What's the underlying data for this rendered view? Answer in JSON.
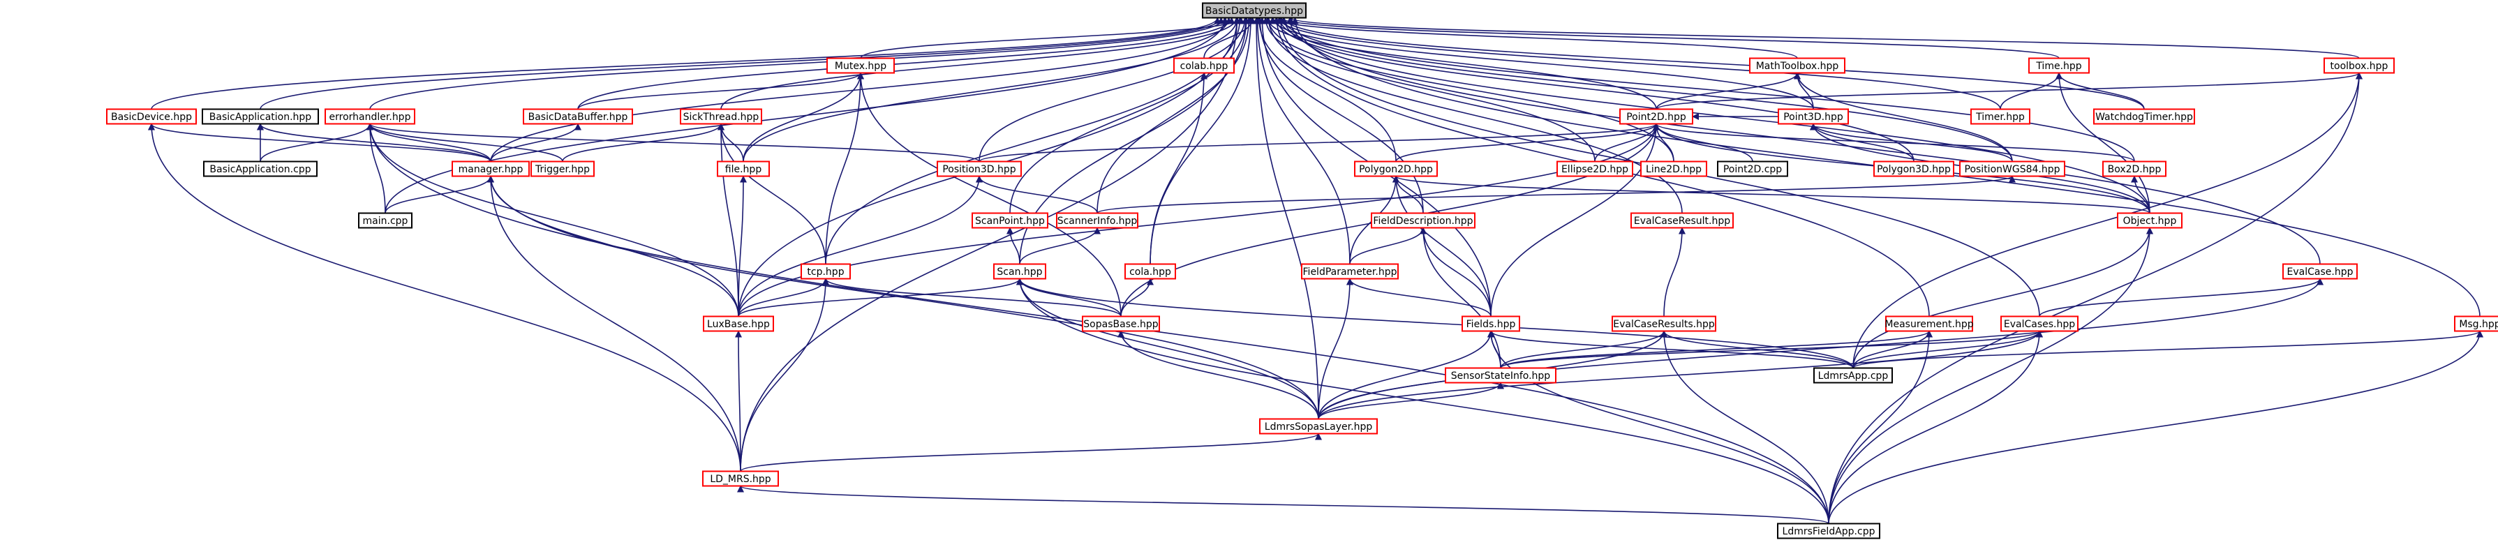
{
  "diagram": {
    "nodes": [
      {
        "id": "basicdatatypes",
        "label": "BasicDatatypes.hpp",
        "style": "gray"
      },
      {
        "id": "mutex",
        "label": "Mutex.hpp",
        "style": "red"
      },
      {
        "id": "colab",
        "label": "colab.hpp",
        "style": "red"
      },
      {
        "id": "mathtoolbox",
        "label": "MathToolbox.hpp",
        "style": "red"
      },
      {
        "id": "time",
        "label": "Time.hpp",
        "style": "red"
      },
      {
        "id": "toolbox",
        "label": "toolbox.hpp",
        "style": "red"
      },
      {
        "id": "basicdevice",
        "label": "BasicDevice.hpp",
        "style": "red"
      },
      {
        "id": "basicapplication",
        "label": "BasicApplication.hpp",
        "style": "black"
      },
      {
        "id": "errorhandler",
        "label": "errorhandler.hpp",
        "style": "red"
      },
      {
        "id": "basicdatabuffer",
        "label": "BasicDataBuffer.hpp",
        "style": "red"
      },
      {
        "id": "sickthread",
        "label": "SickThread.hpp",
        "style": "red"
      },
      {
        "id": "point2d",
        "label": "Point2D.hpp",
        "style": "red"
      },
      {
        "id": "point3d",
        "label": "Point3D.hpp",
        "style": "red"
      },
      {
        "id": "timer",
        "label": "Timer.hpp",
        "style": "red"
      },
      {
        "id": "watchdogtimer",
        "label": "WatchdogTimer.hpp",
        "style": "red"
      },
      {
        "id": "basicapplicationcpp",
        "label": "BasicApplication.cpp",
        "style": "black"
      },
      {
        "id": "manager",
        "label": "manager.hpp",
        "style": "red"
      },
      {
        "id": "trigger",
        "label": "Trigger.hpp",
        "style": "red"
      },
      {
        "id": "file",
        "label": "file.hpp",
        "style": "red"
      },
      {
        "id": "position3d",
        "label": "Position3D.hpp",
        "style": "red"
      },
      {
        "id": "ellipse2d",
        "label": "Ellipse2D.hpp",
        "style": "red"
      },
      {
        "id": "line2d",
        "label": "Line2D.hpp",
        "style": "red"
      },
      {
        "id": "point2dcpp",
        "label": "Point2D.cpp",
        "style": "black"
      },
      {
        "id": "polygon3d",
        "label": "Polygon3D.hpp",
        "style": "red"
      },
      {
        "id": "positionwgs84",
        "label": "PositionWGS84.hpp",
        "style": "red"
      },
      {
        "id": "box2d",
        "label": "Box2D.hpp",
        "style": "red"
      },
      {
        "id": "polygon2d",
        "label": "Polygon2D.hpp",
        "style": "red"
      },
      {
        "id": "maincpp",
        "label": "main.cpp",
        "style": "black"
      },
      {
        "id": "scanpoint",
        "label": "ScanPoint.hpp",
        "style": "red"
      },
      {
        "id": "scannerinfo",
        "label": "ScannerInfo.hpp",
        "style": "red"
      },
      {
        "id": "fielddescription",
        "label": "FieldDescription.hpp",
        "style": "red"
      },
      {
        "id": "evalcaseresult",
        "label": "EvalCaseResult.hpp",
        "style": "red"
      },
      {
        "id": "object",
        "label": "Object.hpp",
        "style": "red"
      },
      {
        "id": "fieldparameter",
        "label": "FieldParameter.hpp",
        "style": "red"
      },
      {
        "id": "evalcase",
        "label": "EvalCase.hpp",
        "style": "red"
      },
      {
        "id": "tcp",
        "label": "tcp.hpp",
        "style": "red"
      },
      {
        "id": "scan",
        "label": "Scan.hpp",
        "style": "red"
      },
      {
        "id": "colahpp",
        "label": "cola.hpp",
        "style": "red"
      },
      {
        "id": "luxbase",
        "label": "LuxBase.hpp",
        "style": "red"
      },
      {
        "id": "sopasbase",
        "label": "SopasBase.hpp",
        "style": "red"
      },
      {
        "id": "fields",
        "label": "Fields.hpp",
        "style": "red"
      },
      {
        "id": "evalcaseresults",
        "label": "EvalCaseResults.hpp",
        "style": "red"
      },
      {
        "id": "measurement",
        "label": "Measurement.hpp",
        "style": "red"
      },
      {
        "id": "evalcases",
        "label": "EvalCases.hpp",
        "style": "red"
      },
      {
        "id": "msg",
        "label": "Msg.hpp",
        "style": "red"
      },
      {
        "id": "sensorstateinfo",
        "label": "SensorStateInfo.hpp",
        "style": "red"
      },
      {
        "id": "ldmrsappcpp",
        "label": "LdmrsApp.cpp",
        "style": "black"
      },
      {
        "id": "ldmrssopaslayer",
        "label": "LdmrsSopasLayer.hpp",
        "style": "red"
      },
      {
        "id": "ldmrs",
        "label": "LD_MRS.hpp",
        "style": "red"
      },
      {
        "id": "ldmrsfieldappcpp",
        "label": "LdmrsFieldApp.cpp",
        "style": "black"
      }
    ],
    "edges": [
      [
        "mutex",
        "basicdatatypes"
      ],
      [
        "colab",
        "basicdatatypes"
      ],
      [
        "mathtoolbox",
        "basicdatatypes"
      ],
      [
        "time",
        "basicdatatypes"
      ],
      [
        "toolbox",
        "basicdatatypes"
      ],
      [
        "basicdevice",
        "basicdatatypes"
      ],
      [
        "basicapplication",
        "basicdatatypes"
      ],
      [
        "errorhandler",
        "basicdatatypes"
      ],
      [
        "basicdatabuffer",
        "basicdatatypes"
      ],
      [
        "sickthread",
        "basicdatatypes"
      ],
      [
        "point2d",
        "basicdatatypes"
      ],
      [
        "point3d",
        "basicdatatypes"
      ],
      [
        "timer",
        "basicdatatypes"
      ],
      [
        "watchdogtimer",
        "basicdatatypes"
      ],
      [
        "manager",
        "basicdatatypes"
      ],
      [
        "file",
        "basicdatatypes"
      ],
      [
        "position3d",
        "basicdatatypes"
      ],
      [
        "ellipse2d",
        "basicdatatypes"
      ],
      [
        "line2d",
        "basicdatatypes"
      ],
      [
        "polygon3d",
        "basicdatatypes"
      ],
      [
        "positionwgs84",
        "basicdatatypes"
      ],
      [
        "box2d",
        "basicdatatypes"
      ],
      [
        "polygon2d",
        "basicdatatypes"
      ],
      [
        "maincpp",
        "basicdatatypes"
      ],
      [
        "scanpoint",
        "basicdatatypes"
      ],
      [
        "scannerinfo",
        "basicdatatypes"
      ],
      [
        "fielddescription",
        "basicdatatypes"
      ],
      [
        "evalcaseresult",
        "basicdatatypes"
      ],
      [
        "object",
        "basicdatatypes"
      ],
      [
        "fieldparameter",
        "basicdatatypes"
      ],
      [
        "evalcase",
        "basicdatatypes"
      ],
      [
        "tcp",
        "basicdatatypes"
      ],
      [
        "scan",
        "basicdatatypes"
      ],
      [
        "colahpp",
        "basicdatatypes"
      ],
      [
        "luxbase",
        "basicdatatypes"
      ],
      [
        "fields",
        "basicdatatypes"
      ],
      [
        "evalcases",
        "basicdatatypes"
      ],
      [
        "measurement",
        "basicdatatypes"
      ],
      [
        "msg",
        "basicdatatypes"
      ],
      [
        "ldmrssopaslayer",
        "basicdatatypes"
      ],
      [
        "ldmrs",
        "basicdatatypes"
      ],
      [
        "basicdatabuffer",
        "mutex"
      ],
      [
        "file",
        "mutex"
      ],
      [
        "tcp",
        "mutex"
      ],
      [
        "sopasbase",
        "mutex"
      ],
      [
        "colahpp",
        "colab"
      ],
      [
        "sopasbase",
        "colahpp"
      ],
      [
        "point2d",
        "mathtoolbox"
      ],
      [
        "point3d",
        "mathtoolbox"
      ],
      [
        "positionwgs84",
        "mathtoolbox"
      ],
      [
        "timer",
        "time"
      ],
      [
        "watchdogtimer",
        "time"
      ],
      [
        "object",
        "time"
      ],
      [
        "point2d",
        "toolbox"
      ],
      [
        "ldmrsfieldappcpp",
        "toolbox"
      ],
      [
        "ldmrsappcpp",
        "toolbox"
      ],
      [
        "manager",
        "basicdevice"
      ],
      [
        "ldmrs",
        "basicdevice"
      ],
      [
        "basicapplicationcpp",
        "basicapplication"
      ],
      [
        "manager",
        "basicapplication"
      ],
      [
        "basicapplicationcpp",
        "errorhandler"
      ],
      [
        "manager",
        "errorhandler"
      ],
      [
        "maincpp",
        "errorhandler"
      ],
      [
        "trigger",
        "errorhandler"
      ],
      [
        "position3d",
        "errorhandler"
      ],
      [
        "luxbase",
        "errorhandler"
      ],
      [
        "ldmrsfieldappcpp",
        "errorhandler"
      ],
      [
        "manager",
        "basicdatabuffer"
      ],
      [
        "file",
        "sickthread"
      ],
      [
        "luxbase",
        "sickthread"
      ],
      [
        "tcp",
        "sickthread"
      ],
      [
        "trigger",
        "sickthread"
      ],
      [
        "point3d",
        "point2d"
      ],
      [
        "ellipse2d",
        "point2d"
      ],
      [
        "line2d",
        "point2d"
      ],
      [
        "point2dcpp",
        "point2d"
      ],
      [
        "polygon2d",
        "point2d"
      ],
      [
        "box2d",
        "point2d"
      ],
      [
        "position3d",
        "point2d"
      ],
      [
        "object",
        "point2d"
      ],
      [
        "sopasbase",
        "point2d"
      ],
      [
        "fields",
        "point2d"
      ],
      [
        "luxbase",
        "point2d"
      ],
      [
        "polygon3d",
        "point3d"
      ],
      [
        "positionwgs84",
        "point3d"
      ],
      [
        "object",
        "point3d"
      ],
      [
        "maincpp",
        "manager"
      ],
      [
        "luxbase",
        "manager"
      ],
      [
        "ldmrs",
        "manager"
      ],
      [
        "ldmrssopaslayer",
        "manager"
      ],
      [
        "luxbase",
        "file"
      ],
      [
        "luxbase",
        "position3d"
      ],
      [
        "scannerinfo",
        "position3d"
      ],
      [
        "fielddescription",
        "polygon2d"
      ],
      [
        "fieldparameter",
        "polygon2d"
      ],
      [
        "object",
        "polygon2d"
      ],
      [
        "fields",
        "polygon2d"
      ],
      [
        "object",
        "box2d"
      ],
      [
        "scannerinfo",
        "positionwgs84"
      ],
      [
        "scan",
        "scanpoint"
      ],
      [
        "scan",
        "scannerinfo"
      ],
      [
        "fieldparameter",
        "fielddescription"
      ],
      [
        "fields",
        "fielddescription"
      ],
      [
        "sensorstateinfo",
        "fielddescription"
      ],
      [
        "evalcaseresults",
        "evalcaseresult"
      ],
      [
        "ldmrsappcpp",
        "object"
      ],
      [
        "ldmrsfieldappcpp",
        "object"
      ],
      [
        "fields",
        "fieldparameter"
      ],
      [
        "ldmrssopaslayer",
        "fieldparameter"
      ],
      [
        "evalcases",
        "evalcase"
      ],
      [
        "ldmrssopaslayer",
        "evalcase"
      ],
      [
        "luxbase",
        "tcp"
      ],
      [
        "sopasbase",
        "tcp"
      ],
      [
        "ldmrs",
        "tcp"
      ],
      [
        "luxbase",
        "scan"
      ],
      [
        "sopasbase",
        "scan"
      ],
      [
        "ldmrssopaslayer",
        "scan"
      ],
      [
        "ldmrsappcpp",
        "scan"
      ],
      [
        "ldmrsfieldappcpp",
        "scan"
      ],
      [
        "ldmrs",
        "luxbase"
      ],
      [
        "ldmrssopaslayer",
        "sopasbase"
      ],
      [
        "ldmrssopaslayer",
        "fields"
      ],
      [
        "sensorstateinfo",
        "fields"
      ],
      [
        "ldmrsappcpp",
        "fields"
      ],
      [
        "ldmrsfieldappcpp",
        "fields"
      ],
      [
        "sensorstateinfo",
        "evalcaseresults"
      ],
      [
        "ldmrssopaslayer",
        "evalcaseresults"
      ],
      [
        "ldmrsappcpp",
        "evalcaseresults"
      ],
      [
        "ldmrsfieldappcpp",
        "evalcaseresults"
      ],
      [
        "sensorstateinfo",
        "measurement"
      ],
      [
        "ldmrsappcpp",
        "measurement"
      ],
      [
        "ldmrsfieldappcpp",
        "measurement"
      ],
      [
        "ldmrsappcpp",
        "evalcases"
      ],
      [
        "ldmrssopaslayer",
        "evalcases"
      ],
      [
        "ldmrsfieldappcpp",
        "evalcases"
      ],
      [
        "sensorstateinfo",
        "evalcases"
      ],
      [
        "ldmrsappcpp",
        "msg"
      ],
      [
        "ldmrsfieldappcpp",
        "msg"
      ],
      [
        "ldmrssopaslayer",
        "sensorstateinfo"
      ],
      [
        "ldmrs",
        "ldmrssopaslayer"
      ],
      [
        "ldmrsfieldappcpp",
        "ldmrs"
      ]
    ]
  }
}
